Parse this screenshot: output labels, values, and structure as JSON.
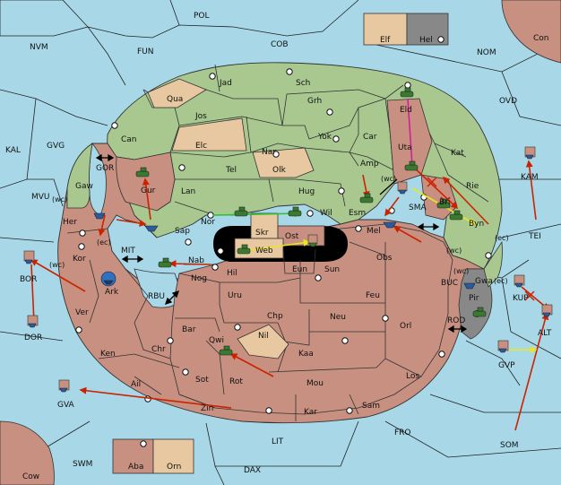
{
  "colors": {
    "sea": "#a8d8e8",
    "green": "#a8c890",
    "brown": "#c89080",
    "tan": "#e8c8a0",
    "grey": "#888888",
    "black": "#000000",
    "order_red": "#cc2200",
    "order_yellow": "#e8e820",
    "order_green": "#30c030",
    "order_magenta": "#d020a0",
    "unit_green": "#3a7a30",
    "fleet_blue": "#2a5aa0"
  },
  "sea_labels": [
    {
      "id": "pol",
      "text": "POL"
    },
    {
      "id": "cob",
      "text": "COB"
    },
    {
      "id": "fun",
      "text": "FUN"
    },
    {
      "id": "nvm",
      "text": "NVM"
    },
    {
      "id": "nom",
      "text": "NOM"
    },
    {
      "id": "ovd",
      "text": "OVD"
    },
    {
      "id": "kal",
      "text": "KAL"
    },
    {
      "id": "gvg",
      "text": "GVG"
    },
    {
      "id": "gor",
      "text": "GOR"
    },
    {
      "id": "mvu",
      "text": "MVU"
    },
    {
      "id": "mit",
      "text": "MIT"
    },
    {
      "id": "rbu",
      "text": "RBU"
    },
    {
      "id": "bor",
      "text": "BOR"
    },
    {
      "id": "dor",
      "text": "DOR"
    },
    {
      "id": "kam",
      "text": "KAM"
    },
    {
      "id": "tei",
      "text": "TEI"
    },
    {
      "id": "sma",
      "text": "SMA"
    },
    {
      "id": "buc",
      "text": "BUC"
    },
    {
      "id": "rod",
      "text": "ROD"
    },
    {
      "id": "kup",
      "text": "KUP"
    },
    {
      "id": "alt",
      "text": "ALT"
    },
    {
      "id": "gvp",
      "text": "GVP"
    },
    {
      "id": "gva",
      "text": "GVA"
    },
    {
      "id": "som",
      "text": "SOM"
    },
    {
      "id": "fro",
      "text": "FRO"
    },
    {
      "id": "lit",
      "text": "LIT"
    },
    {
      "id": "swm",
      "text": "SWM"
    },
    {
      "id": "dax",
      "text": "DAX"
    },
    {
      "id": "con",
      "text": "Con"
    },
    {
      "id": "cow",
      "text": "Cow"
    }
  ],
  "land_labels": [
    {
      "id": "jad",
      "text": "Jad"
    },
    {
      "id": "sch",
      "text": "Sch"
    },
    {
      "id": "qua",
      "text": "Qua"
    },
    {
      "id": "jos",
      "text": "Jos"
    },
    {
      "id": "grh",
      "text": "Grh"
    },
    {
      "id": "eld",
      "text": "Eld"
    },
    {
      "id": "can",
      "text": "Can"
    },
    {
      "id": "elc",
      "text": "Elc"
    },
    {
      "id": "nar",
      "text": "Nar"
    },
    {
      "id": "yok",
      "text": "Yok"
    },
    {
      "id": "car",
      "text": "Car"
    },
    {
      "id": "uta",
      "text": "Uta"
    },
    {
      "id": "kat",
      "text": "Kat"
    },
    {
      "id": "gaw",
      "text": "Gaw"
    },
    {
      "id": "gur",
      "text": "Gur"
    },
    {
      "id": "tel",
      "text": "Tel"
    },
    {
      "id": "olk",
      "text": "Olk"
    },
    {
      "id": "amp",
      "text": "Amp"
    },
    {
      "id": "rie",
      "text": "Rie"
    },
    {
      "id": "lan",
      "text": "Lan"
    },
    {
      "id": "hug",
      "text": "Hug"
    },
    {
      "id": "esm",
      "text": "Esm"
    },
    {
      "id": "bri",
      "text": "Bri"
    },
    {
      "id": "her",
      "text": "Her"
    },
    {
      "id": "nor",
      "text": "Nor"
    },
    {
      "id": "skr",
      "text": "Skr"
    },
    {
      "id": "wil",
      "text": "Wil"
    },
    {
      "id": "sap",
      "text": "Sap"
    },
    {
      "id": "web",
      "text": "Web"
    },
    {
      "id": "ost",
      "text": "Ost"
    },
    {
      "id": "mel",
      "text": "Mel"
    },
    {
      "id": "byn",
      "text": "Byn"
    },
    {
      "id": "kor",
      "text": "Kor"
    },
    {
      "id": "nab",
      "text": "Nab"
    },
    {
      "id": "eun",
      "text": "Eun"
    },
    {
      "id": "obs",
      "text": "Obs"
    },
    {
      "id": "gwa",
      "text": "Gwa"
    },
    {
      "id": "hil",
      "text": "Hil"
    },
    {
      "id": "sun",
      "text": "Sun"
    },
    {
      "id": "ark",
      "text": "Ark"
    },
    {
      "id": "nog",
      "text": "Nog"
    },
    {
      "id": "pir",
      "text": "Pir"
    },
    {
      "id": "uru",
      "text": "Uru"
    },
    {
      "id": "feu",
      "text": "Feu"
    },
    {
      "id": "ver",
      "text": "Ver"
    },
    {
      "id": "chp",
      "text": "Chp"
    },
    {
      "id": "neu",
      "text": "Neu"
    },
    {
      "id": "orl",
      "text": "Orl"
    },
    {
      "id": "bar",
      "text": "Bar"
    },
    {
      "id": "qwi",
      "text": "Qwi"
    },
    {
      "id": "nil",
      "text": "Nil"
    },
    {
      "id": "ken",
      "text": "Ken"
    },
    {
      "id": "chr",
      "text": "Chr"
    },
    {
      "id": "kaa",
      "text": "Kaa"
    },
    {
      "id": "sot",
      "text": "Sot"
    },
    {
      "id": "ail",
      "text": "Ail"
    },
    {
      "id": "rot",
      "text": "Rot"
    },
    {
      "id": "mou",
      "text": "Mou"
    },
    {
      "id": "los",
      "text": "Los"
    },
    {
      "id": "sam",
      "text": "Sam"
    },
    {
      "id": "zin",
      "text": "Zin"
    },
    {
      "id": "kar",
      "text": "Kar"
    },
    {
      "id": "elf",
      "text": "Elf"
    },
    {
      "id": "hel",
      "text": "Hel"
    },
    {
      "id": "aba",
      "text": "Aba"
    },
    {
      "id": "orn",
      "text": "Orn"
    }
  ],
  "coast_labels": [
    {
      "id": "wc-her",
      "text": "(wc)"
    },
    {
      "id": "ec-her",
      "text": "(ec)"
    },
    {
      "id": "wc-kor",
      "text": "(wc)"
    },
    {
      "id": "wc-esm",
      "text": "(wc)"
    },
    {
      "id": "ec-byn",
      "text": "(ec)"
    },
    {
      "id": "wc-byn",
      "text": "(wc)"
    },
    {
      "id": "wc-gwa",
      "text": "(wc)"
    },
    {
      "id": "ec-gwa",
      "text": "(ec)"
    }
  ]
}
